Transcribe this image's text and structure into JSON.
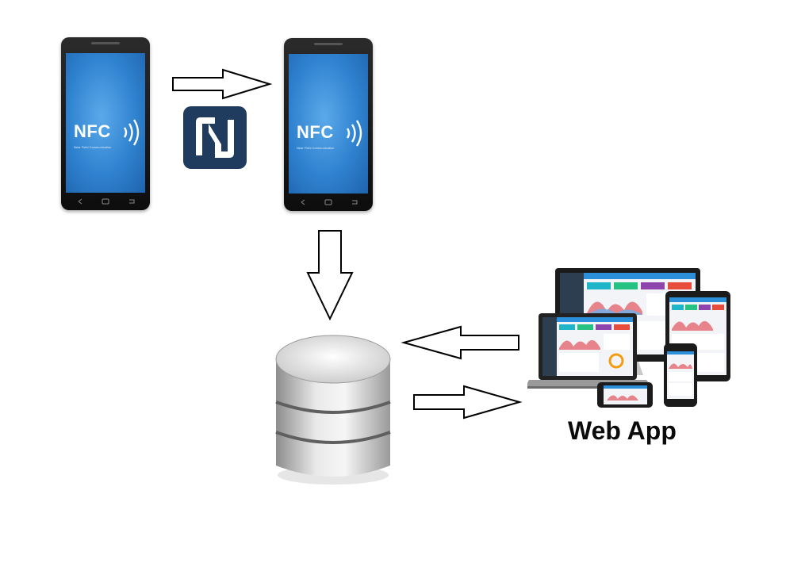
{
  "diagram": {
    "source_phone": {
      "screen_logo": "NFC",
      "screen_caption": "Near Field Communication"
    },
    "target_phone": {
      "screen_logo": "NFC",
      "screen_caption": "Near Field Communication"
    },
    "web_app": {
      "label": "Web App"
    }
  },
  "colors": {
    "screen_blue": "#2f82cf",
    "nfc_badge": "#1f3b5e",
    "arrow_stroke": "#000000",
    "text": "#0b0b0b"
  },
  "icons": [
    "nfc-logo-icon",
    "database-icon",
    "laptop-icon",
    "tablet-icon",
    "smartphone-icon"
  ]
}
